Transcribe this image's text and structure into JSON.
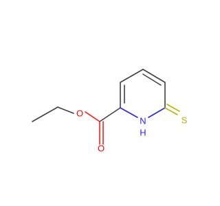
{
  "molecule": {
    "atoms": {
      "ester_oxygen": "O",
      "carbonyl_oxygen": "O",
      "ring_nitrogen": "N",
      "ring_nh_hydrogen": "H",
      "thione_sulfur": "S"
    },
    "colors": {
      "carbon_bond": "#404040",
      "oxygen": "#ff0000",
      "nitrogen": "#2323ff",
      "sulfur": "#b5b500",
      "background": "#ffffff"
    }
  }
}
